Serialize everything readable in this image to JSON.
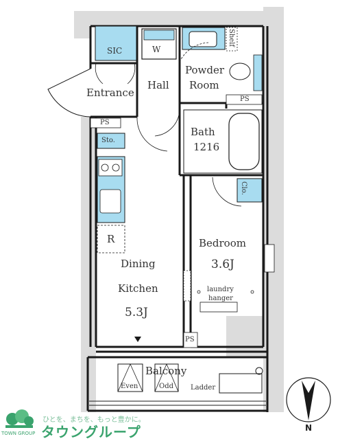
{
  "rooms": {
    "sic": "SIC",
    "w": "W",
    "shelf": "Shelf",
    "entrance": "Entrance",
    "hall": "Hall",
    "powder_room_line1": "Powder",
    "powder_room_line2": "Room",
    "ps_top_right": "PS",
    "ps_left": "PS",
    "storage": "Sto.",
    "bath_line1": "Bath",
    "bath_line2": "1216",
    "closet": "Clo.",
    "refrigerator": "R",
    "bedroom": "Bedroom",
    "bedroom_size": "3.6J",
    "laundry_line1": "laundry",
    "laundry_line2": "hanger",
    "dining": "Dining",
    "kitchen": "Kitchen",
    "kitchen_size": "5.3J",
    "ps_bottom": "PS",
    "balcony": "Balcony",
    "even": "Even",
    "odd": "Odd",
    "ladder": "Ladder"
  },
  "compass": {
    "north": "N"
  },
  "logo": {
    "tagline": "ひとを、まちを、もっと豊かに。",
    "name": "タウングループ",
    "name_en": "TOWN GROUP"
  },
  "colors": {
    "fixture_blue": "#a8dcf0",
    "wall": "#1a1a1a",
    "shaft_gray": "#d9d9d9",
    "logo_green": "#3aa36d"
  }
}
